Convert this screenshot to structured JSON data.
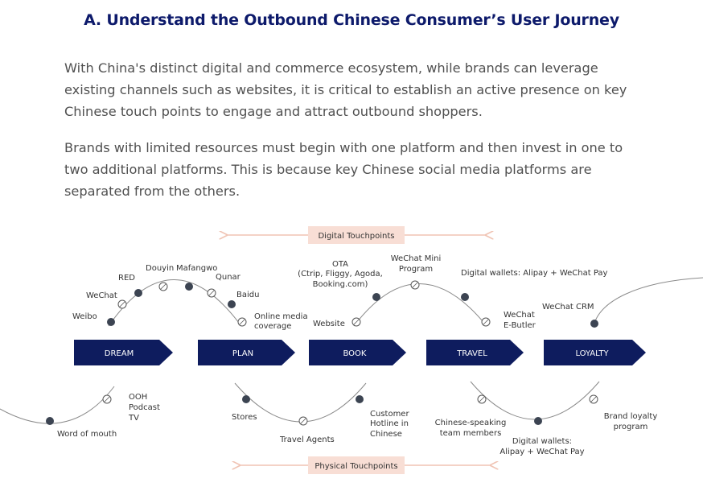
{
  "title": "A. Understand the Outbound Chinese Consumer’s User Journey",
  "paragraphs": [
    "With China's distinct digital and commerce ecosystem, while brands can leverage existing channels such as websites, it is critical to establish an active presence on key Chinese touch points to engage and attract outbound shoppers.",
    "Brands with limited resources must begin with one platform and then invest in one to two additional platforms. This is because key Chinese social media platforms are separated from the others."
  ],
  "colors": {
    "title": "#0d1a6b",
    "stage_fill": "#0e1c5e",
    "touchpoint_box": "#f8ded5",
    "touchpoint_arrow": "#f0c4b4",
    "curve": "#8a8a8a",
    "node_filled": "#3c4452"
  },
  "diagram": {
    "digital_touchpoints": "Digital Touchpoints",
    "physical_touchpoints": "Physical Touchpoints",
    "stages": [
      "DREAM",
      "PLAN",
      "BOOK",
      "TRAVEL",
      "LOYALTY"
    ],
    "digital_labels": {
      "weibo": "Weibo",
      "wechat": "WeChat",
      "red": "RED",
      "douyin": "Douyin",
      "mafangwo": "Mafangwo",
      "qunar": "Qunar",
      "baidu": "Baidu",
      "online_media": [
        "Online media",
        "coverage"
      ],
      "website": "Website",
      "ota": [
        "OTA",
        "(Ctrip, Fliggy, Agoda,",
        "Booking.com)"
      ],
      "wechat_mini": [
        "WeChat Mini",
        "Program"
      ],
      "digital_wallets": "Digital wallets: Alipay + WeChat Pay",
      "wechat_ebutler": [
        "WeChat",
        "E-Butler"
      ],
      "wechat_crm": "WeChat CRM"
    },
    "physical_labels": {
      "word_of_mouth": "Word of mouth",
      "ooh": [
        "OOH",
        "Podcast",
        "TV"
      ],
      "stores": "Stores",
      "travel_agents": "Travel Agents",
      "customer_hotline": [
        "Customer",
        "Hotline in",
        "Chinese"
      ],
      "chinese_speaking": [
        "Chinese-speaking",
        "team members"
      ],
      "digital_wallets_2": [
        "Digital wallets:",
        "Alipay + WeChat Pay"
      ],
      "brand_loyalty": [
        "Brand loyalty",
        "program"
      ]
    }
  }
}
